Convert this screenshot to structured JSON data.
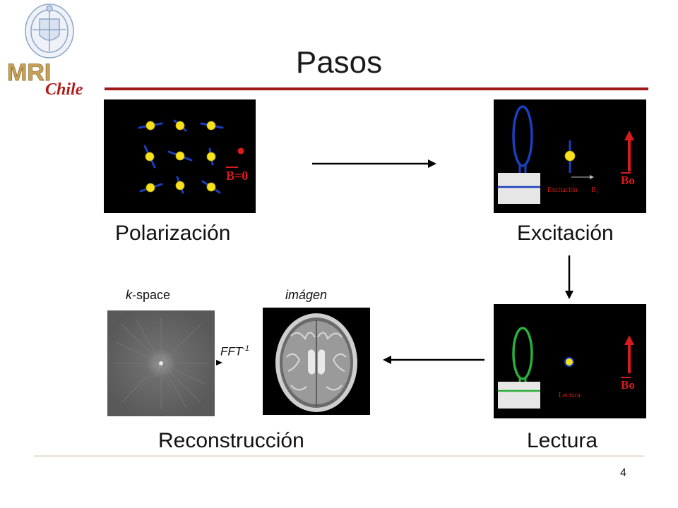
{
  "slide": {
    "title": "Pasos",
    "page_number": "4"
  },
  "logo": {
    "text_primary": "MRI",
    "text_secondary": "Chile"
  },
  "steps": {
    "polarization": {
      "label": "Polarización",
      "field_text": "B=0"
    },
    "excitation": {
      "label": "Excitación",
      "panel_caption": "Excitación",
      "panel_field": "B",
      "panel_field_sub": "1",
      "b0_text": "Bo"
    },
    "readout": {
      "label": "Lectura",
      "panel_caption": "Lectura",
      "b0_text": "Bo"
    },
    "reconstruction": {
      "label": "Reconstrucción",
      "kspace_prefix": "k",
      "kspace_suffix": "-space",
      "image_label": "imágen",
      "transform_base": "FFT",
      "transform_sup": "-1"
    }
  },
  "colors": {
    "accent": "#a01818",
    "spin_yellow": "#f5e21c",
    "excitation_coil": "#1a3fbf",
    "readout_coil": "#2ab03a",
    "field_red": "#d81c1c"
  }
}
